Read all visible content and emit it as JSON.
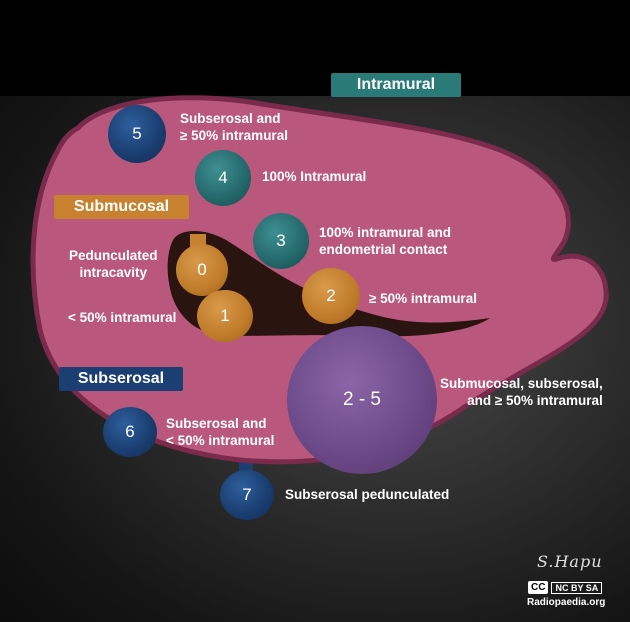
{
  "categories": {
    "intramural": "Intramural",
    "submucosal": "Submucosal",
    "subserosal": "Subserosal"
  },
  "fibroids": [
    {
      "number": "5",
      "label": "Subserosal and\n≥ 50% intramural"
    },
    {
      "number": "4",
      "label": "100% Intramural"
    },
    {
      "number": "3",
      "label": "100% intramural and\nendometrial contact"
    },
    {
      "number": "0",
      "label": "Pedunculated\nintracavity"
    },
    {
      "number": "2",
      "label": "≥ 50% intramural"
    },
    {
      "number": "1",
      "label": "< 50% intramural"
    },
    {
      "number": "2 - 5",
      "label": "Submucosal, subserosal,\nand ≥ 50% intramural"
    },
    {
      "number": "6",
      "label": "Subserosal and\n< 50% intramural"
    },
    {
      "number": "7",
      "label": "Subserosal pedunculated"
    }
  ],
  "attribution": {
    "signature": "S.Hapu",
    "license_icon": "CC",
    "license_text": "NC BY SA",
    "site": "Radiopaedia.org"
  },
  "colors": {
    "uterus_wall": "#b9587c",
    "uterus_outline": "#7a2a4a",
    "cavity": "#2a1410",
    "intramural": "#2a7a78",
    "submucosal": "#c8822f",
    "subserosal": "#1b3f73",
    "mixed": "#6d4a8a"
  }
}
